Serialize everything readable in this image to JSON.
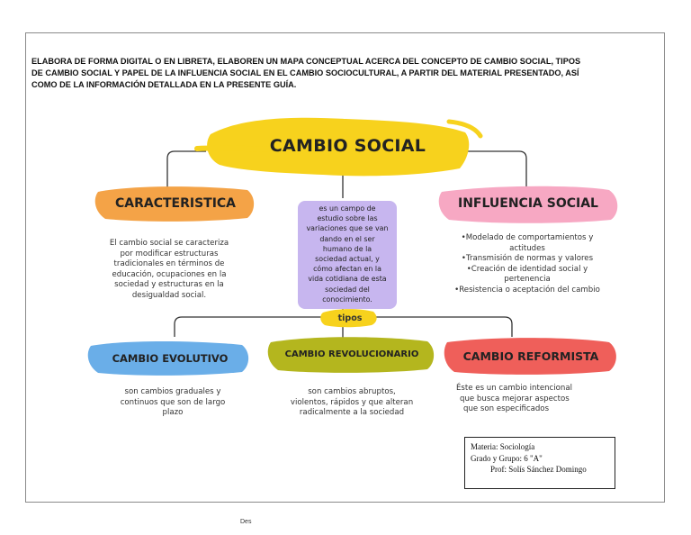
{
  "instructions": {
    "line1": "ELABORA DE FORMA DIGITAL O EN LIBRETA, ELABOREN UN MAPA CONCEPTUAL ACERCA DEL CONCEPTO DE CAMBIO SOCIAL, TIPOS",
    "line2": "DE CAMBIO SOCIAL Y PAPEL DE LA INFLUENCIA SOCIAL EN EL CAMBIO SOCIOCULTURAL, A PARTIR DEL MATERIAL PRESENTADO, ASÍ",
    "line3": "COMO DE LA INFORMACIÓN DETALLADA EN LA PRESENTE GUÍA."
  },
  "map": {
    "title": "CAMBIO SOCIAL",
    "caracteristica": {
      "label": "CARACTERISTICA",
      "lines": [
        "El cambio social se caracteriza",
        "por modificar estructuras",
        "tradicionales en términos de",
        "educación, ocupaciones en la",
        "sociedad y estructuras en la",
        "desigualdad social."
      ]
    },
    "definicion": {
      "lines": [
        "es un campo de",
        "estudio sobre las",
        "variaciones que se van",
        "dando en el ser",
        "humano de la",
        "sociedad actual, y",
        "cómo afectan en la",
        "vida cotidiana de esta",
        "sociedad del",
        "conocimiento."
      ]
    },
    "influencia": {
      "label": "INFLUENCIA SOCIAL",
      "lines": [
        "•Modelado de comportamientos y",
        "actitudes",
        "•Transmisión de normas y valores",
        "•Creación de identidad social y",
        "pertenencia",
        "•Resistencia o aceptación del cambio"
      ]
    },
    "tipos_label": "tipos",
    "evolutivo": {
      "label": "CAMBIO EVOLUTIVO",
      "lines": [
        "son cambios graduales y",
        "continuos que son de largo",
        "plazo"
      ]
    },
    "revolucionario": {
      "label": "CAMBIO REVOLUCIONARIO",
      "lines": [
        "son cambios abruptos,",
        "violentos, rápidos y que alteran",
        "radicalmente a la sociedad"
      ]
    },
    "reformista": {
      "label": "CAMBIO REFORMISTA",
      "lines": [
        "Éste es un cambio intencional",
        "que busca mejorar aspectos",
        "que son especificados"
      ]
    }
  },
  "info_box": {
    "materia": "Materia: Sociología",
    "grado": "Grado y Grupo: 6 \"A\"",
    "prof": "Prof: Solís Sánchez Domingo"
  },
  "footer": "Des",
  "colors": {
    "title_brush": "#f7d21d",
    "caracteristica_brush": "#f4a347",
    "definicion_bg": "#c7b6ef",
    "influencia_brush": "#f7a8c3",
    "tipos_brush": "#f7d21d",
    "evolutivo_brush": "#6aaee8",
    "revolucionario_brush": "#b4b61e",
    "reformista_brush": "#ef5f5a"
  }
}
